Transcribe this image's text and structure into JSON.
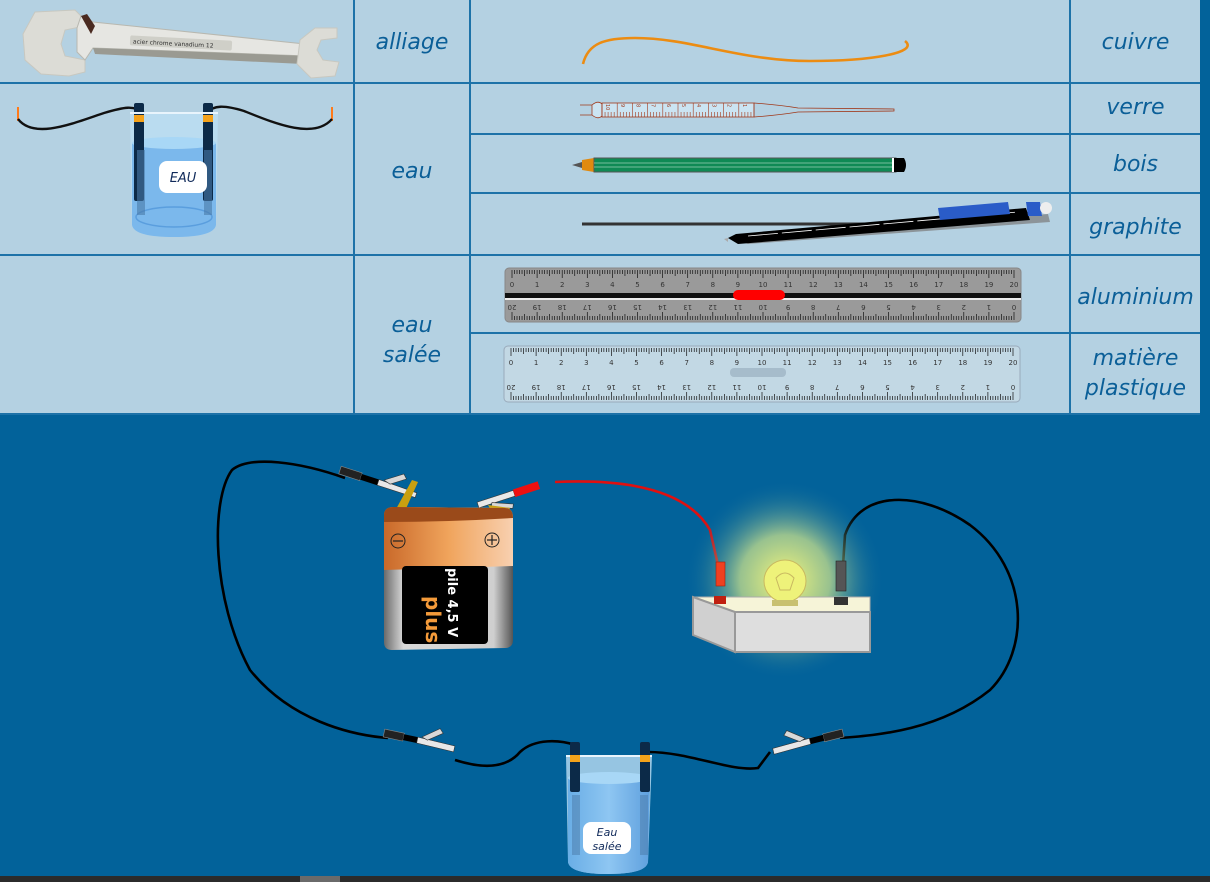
{
  "table": {
    "rows": [
      {
        "object": "wrench",
        "object_label": "acier chrome vanadium   12",
        "conductor": "alliage",
        "material_image": "copper-wire",
        "material": "cuivre"
      },
      {
        "object": "beaker-electrodes",
        "object_label": "EAU",
        "conductor": "eau",
        "material_image": "graduated-pipette",
        "material": "verre"
      },
      {
        "material_image": "pencil",
        "material": "bois"
      },
      {
        "material_image": "mechanical-pencil",
        "material": "graphite"
      },
      {
        "object": "",
        "conductor": "eau salée",
        "conductor_lines": [
          "eau",
          "salée"
        ],
        "material_image": "aluminium-ruler",
        "material": "aluminium"
      },
      {
        "material_image": "plastic-ruler",
        "material": "matière plastique",
        "material_lines": [
          "matière",
          "plastique"
        ]
      }
    ],
    "ruler_ticks_top": [
      "0",
      "1",
      "2",
      "3",
      "4",
      "5",
      "6",
      "7",
      "8",
      "9",
      "10",
      "11",
      "12",
      "13",
      "14",
      "15",
      "16",
      "17",
      "18",
      "19",
      "20"
    ],
    "pipette_ticks": [
      "10",
      "9",
      "8",
      "7",
      "6",
      "5",
      "4",
      "3",
      "2",
      "1"
    ],
    "pipette_unit": "mL"
  },
  "circuit": {
    "battery": {
      "line1": "pile 4,5 V",
      "line2": "plus",
      "minus_symbol": "⊖",
      "plus_symbol": "⊕"
    },
    "lamp": {
      "state": "lit"
    },
    "beaker_label_lines": [
      "Eau",
      "salée"
    ],
    "colors": {
      "wire": "#000000",
      "red_lead": "#e01010",
      "glow": "#f4f57a",
      "background": "#02629a"
    }
  }
}
